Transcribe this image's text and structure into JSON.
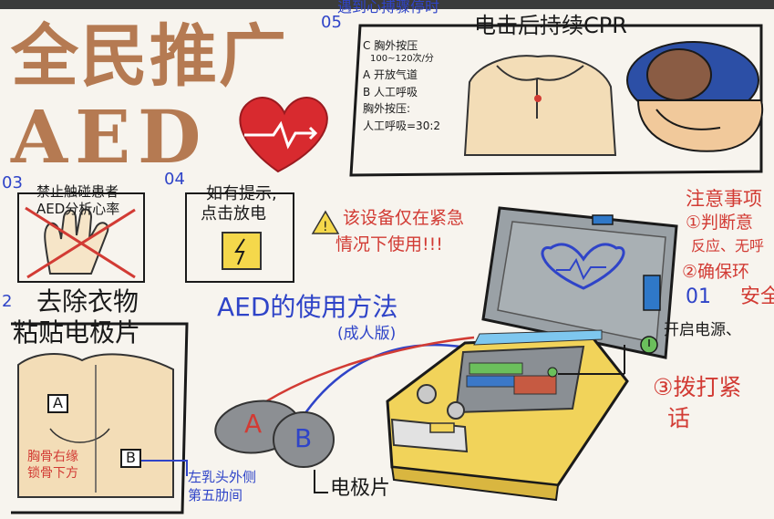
{
  "header": {
    "cut_text": "遇到心搏骤停时"
  },
  "title": {
    "line1": "全民推广",
    "line2": "AED"
  },
  "section05": {
    "number": "05",
    "heading": "电击后持续CPR",
    "steps": [
      "C 胸外按压",
      "100~120次/分",
      "A 开放气道",
      "B 人工呼吸",
      "胸外按压:",
      "人工呼吸=30:2"
    ]
  },
  "section03": {
    "number": "03",
    "text_line1": "禁止触碰患者",
    "text_line2": "AED分析心率"
  },
  "section04": {
    "number": "04",
    "text_line1": "如有提示,",
    "text_line2": "点击放电"
  },
  "warning": {
    "line1": "该设备仅在紧急",
    "line2": "情况下使用!!!"
  },
  "notes": {
    "heading": "注意事项",
    "line1": "①判断意",
    "line2": "反应、无呼",
    "line3": "②确保环"
  },
  "section02": {
    "number": "2",
    "line1": "去除衣物",
    "line2": "粘贴电极片",
    "label_a": "A",
    "label_b": "B",
    "note_a_line1": "胸骨右缘",
    "note_a_line2": "锁骨下方",
    "note_b_line1": "左乳头外侧",
    "note_b_line2": "第五肋间"
  },
  "usage": {
    "title": "AED的使用方法",
    "subtitle": "(成人版)"
  },
  "section01": {
    "number": "01",
    "safety": "安全",
    "power": "开启电源、",
    "call_line1": "③拨打紧",
    "call_line2": "话"
  },
  "pads": {
    "label_a": "A",
    "label_b": "B",
    "caption": "电极片"
  },
  "colors": {
    "title_brown": "#b57a52",
    "blue_ink": "#2f44c8",
    "red_ink": "#d23b34",
    "aed_yellow": "#f1d35a",
    "aed_grey": "#9aa1a6",
    "heart_red": "#d82a2f"
  }
}
